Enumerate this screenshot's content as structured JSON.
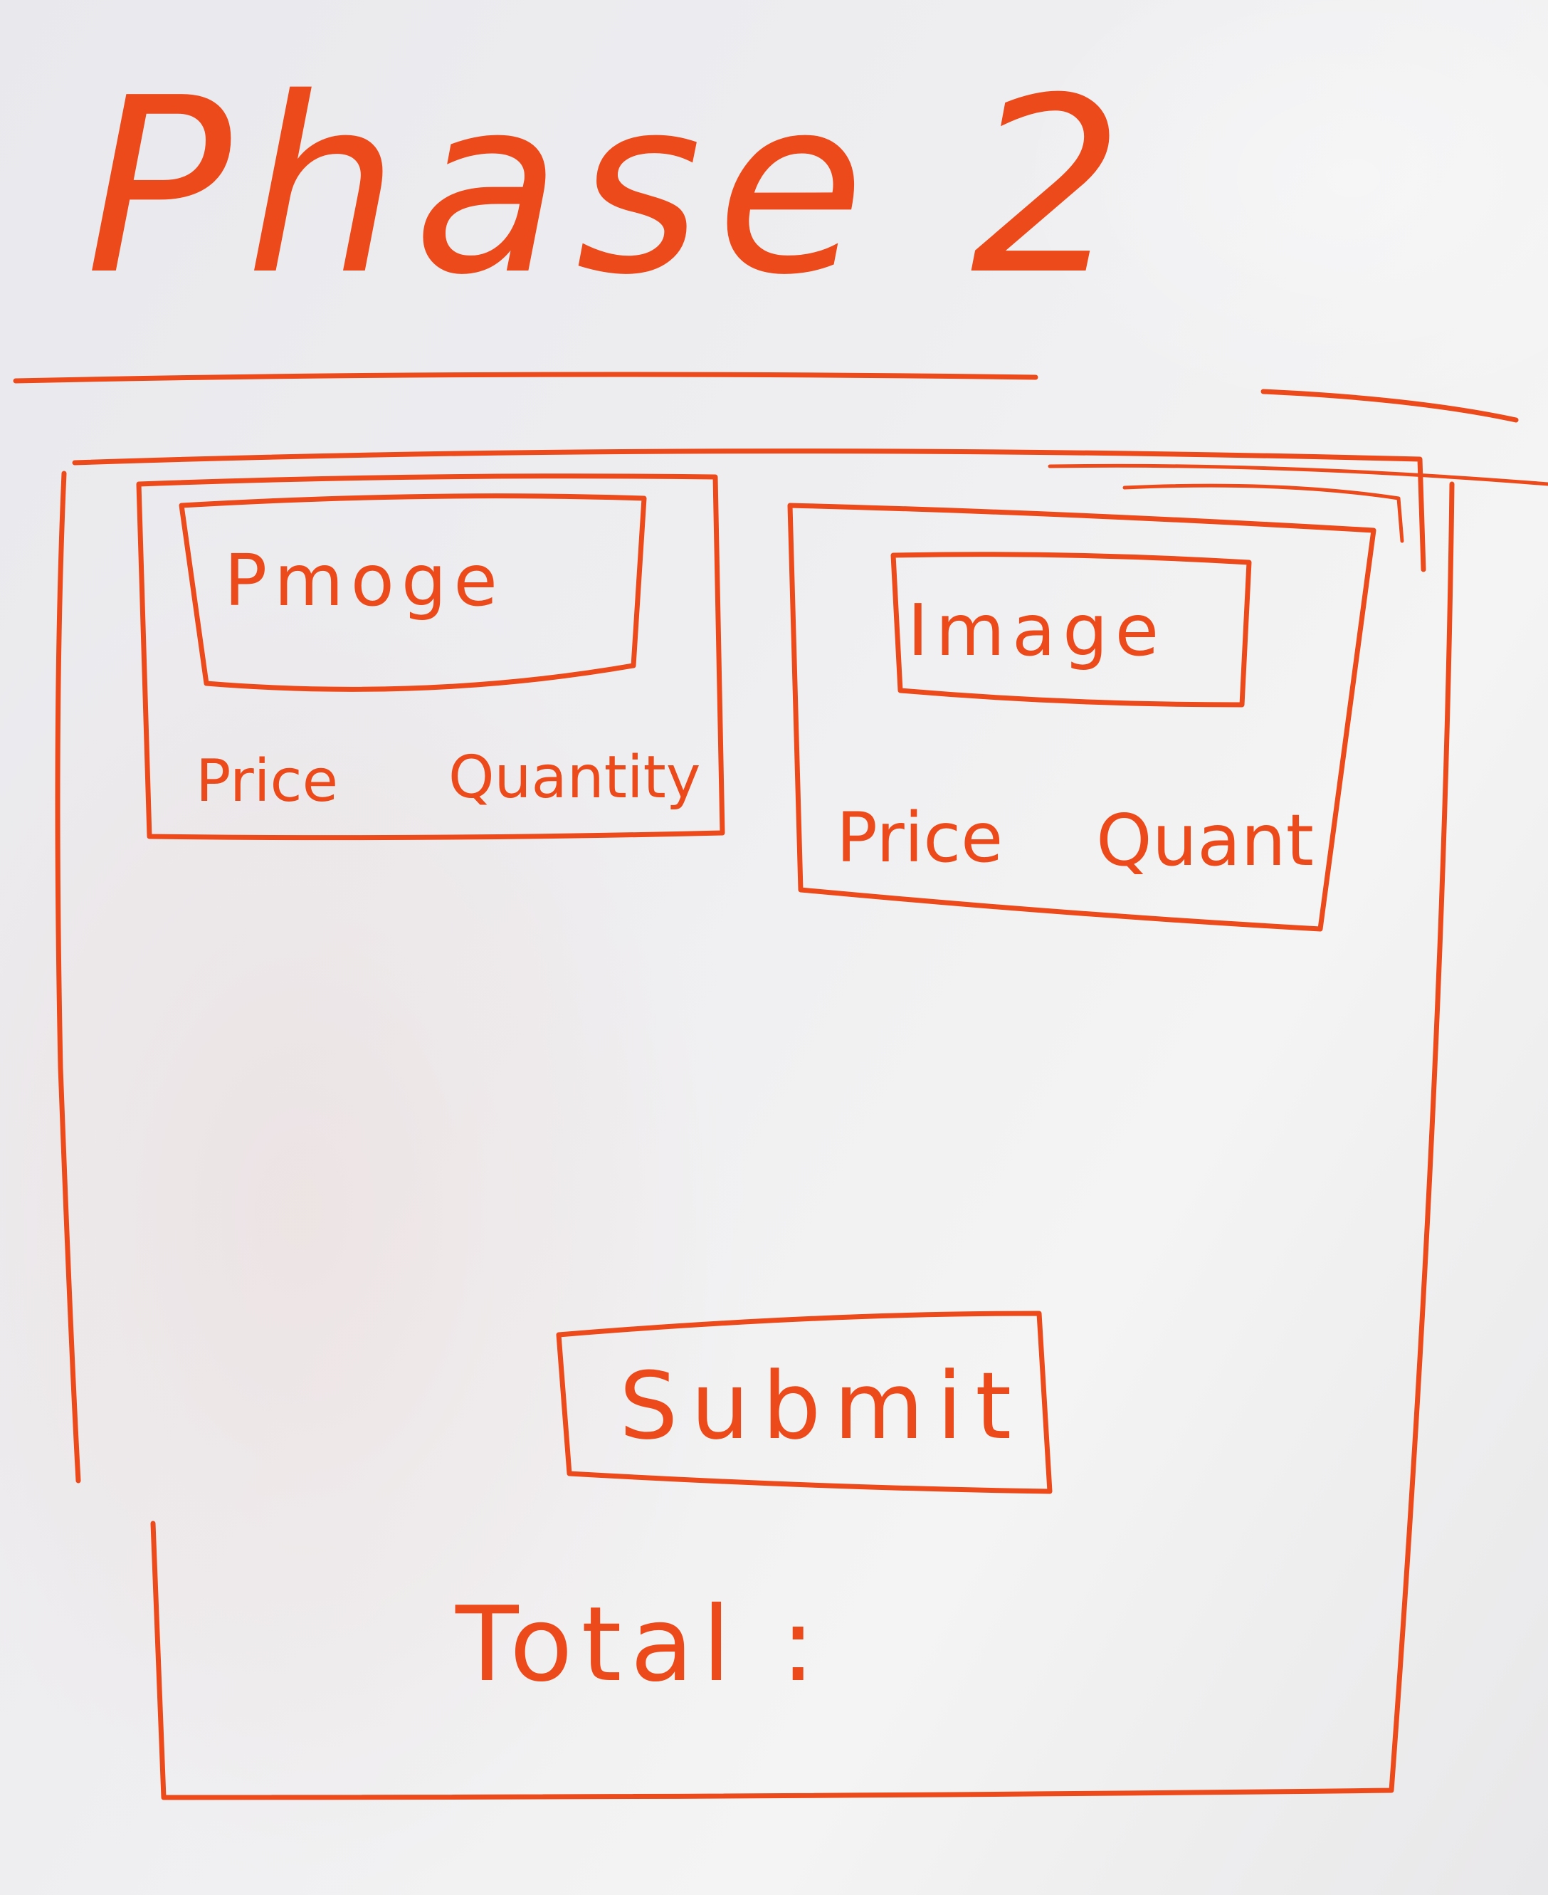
{
  "title": "Phase 2",
  "cards": [
    {
      "image_label": "Pmoge",
      "price_label": "Price",
      "quantity_label": "Quantity"
    },
    {
      "image_label": "Image",
      "price_label": "Price",
      "quantity_label": "Quant"
    }
  ],
  "submit_label": "Submit",
  "total_label": "Total :",
  "colors": {
    "ink": "#ec4a1a",
    "board": "#ececef"
  }
}
